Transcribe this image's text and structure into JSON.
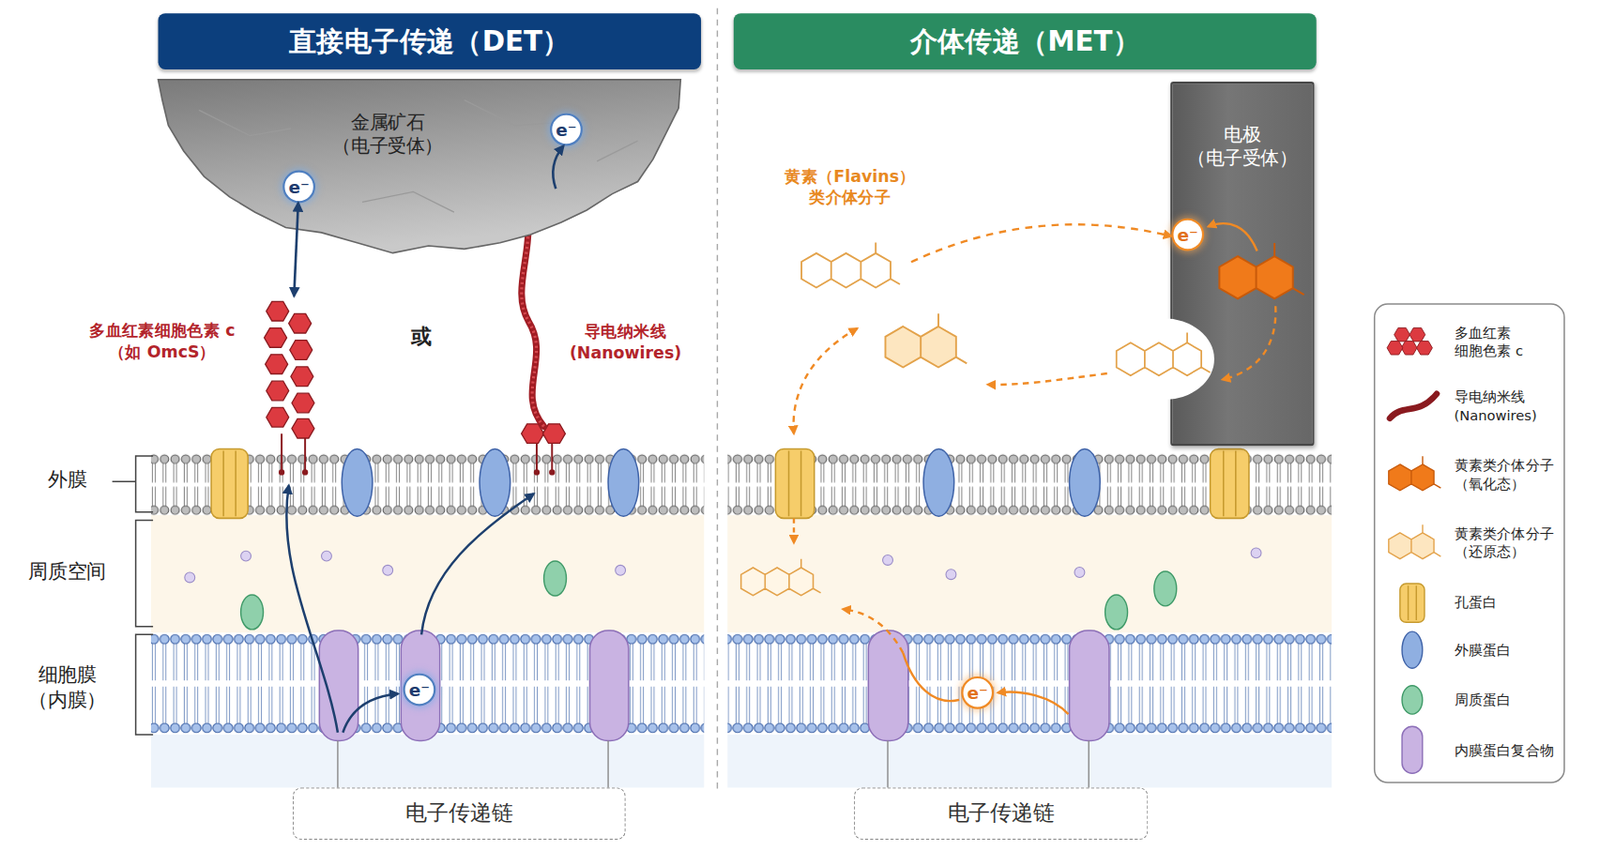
{
  "diagram": {
    "nodes": [
      {
        "text": [
          "直接电子传递（DET）"
        ]
      },
      {
        "text": [
          "介体传递（MET）"
        ]
      },
      {
        "text": [
          "金属矿石 （电子受体）"
        ]
      },
      {
        "text": [
          "e⁻"
        ],
        "in": 2
      },
      {
        "text": [
          "e⁻"
        ],
        "in": 2
      },
      {
        "text": [
          "多血红素细胞色素 c （如 OmcS）"
        ]
      },
      {
        "text": [
          "导电纳米线 (Nanowires)"
        ]
      },
      {
        "text": [
          "e⁻"
        ]
      },
      {
        "text": [
          "电子传递链"
        ]
      },
      {
        "text": [
          "黄素（Flavins） 类介体分子"
        ]
      },
      {
        "text": [
          "电极 （电子受体）"
        ]
      },
      {
        "text": [
          "e⁻"
        ],
        "in": 10
      },
      {
        "text": [
          "e⁻"
        ]
      },
      {
        "text": [
          "电子传递链"
        ]
      }
    ],
    "edges": [
      {
        "from": 3,
        "to": 5,
        "arrow": "both"
      },
      {
        "from": 6,
        "to": 4,
        "arrow": "to"
      },
      {
        "from": 9,
        "to": 11,
        "arrow": "to"
      }
    ],
    "labels": [
      "或",
      "外膜",
      "周质空间",
      "细胞膜 （内膜）"
    ],
    "legend": [
      {
        "text": "多血红素 细胞色素 c"
      },
      {
        "text": "导电纳米线 (Nanowires)"
      },
      {
        "text": "黄素类介体分子 （氧化态）"
      },
      {
        "text": "黄素类介体分子 （还原态）"
      },
      {
        "text": "孔蛋白"
      },
      {
        "text": "外膜蛋白"
      },
      {
        "text": "周质蛋白"
      },
      {
        "text": "内膜蛋白复合物"
      }
    ]
  }
}
